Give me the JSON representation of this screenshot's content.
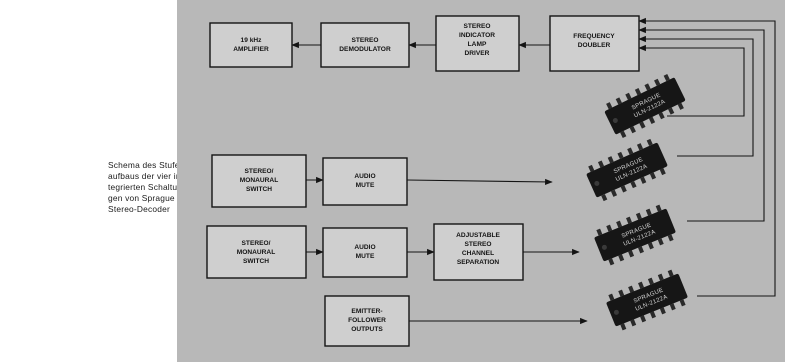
{
  "caption": {
    "lines": [
      "Schema des Stufen-",
      "aufbaus der vier in-",
      "tegrierten Schaltun-",
      "gen von Sprague für",
      "Stereo-Decoder"
    ]
  },
  "blocks": {
    "amp19": [
      "19 kHz",
      "AMPLIFIER"
    ],
    "demod": [
      "STEREO",
      "DEMODULATOR"
    ],
    "indicator": [
      "STEREO",
      "INDICATOR",
      "LAMP",
      "DRIVER"
    ],
    "doubler": [
      "FREQUENCY",
      "DOUBLER"
    ],
    "switch1": [
      "STEREO/",
      "MONAURAL",
      "SWITCH"
    ],
    "mute1": [
      "AUDIO",
      "MUTE"
    ],
    "switch2": [
      "STEREO/",
      "MONAURAL",
      "SWITCH"
    ],
    "mute2": [
      "AUDIO",
      "MUTE"
    ],
    "separation": [
      "ADJUSTABLE",
      "STEREO",
      "CHANNEL",
      "SEPARATION"
    ],
    "emitter": [
      "EMITTER-",
      "FOLLOWER",
      "OUTPUTS"
    ]
  },
  "chips": [
    [
      "SPRAGUE",
      "ULN-2122A"
    ],
    [
      "SPRAGUE",
      "ULN-2122A"
    ],
    [
      "SPRAGUE",
      "ULN-2122A"
    ],
    [
      "SPRAGUE",
      "ULN-2122A"
    ]
  ],
  "colors": {
    "background": "#b8b8b8",
    "block_fill": "#cfcfcf",
    "line": "#141414",
    "chip": "#161616"
  }
}
